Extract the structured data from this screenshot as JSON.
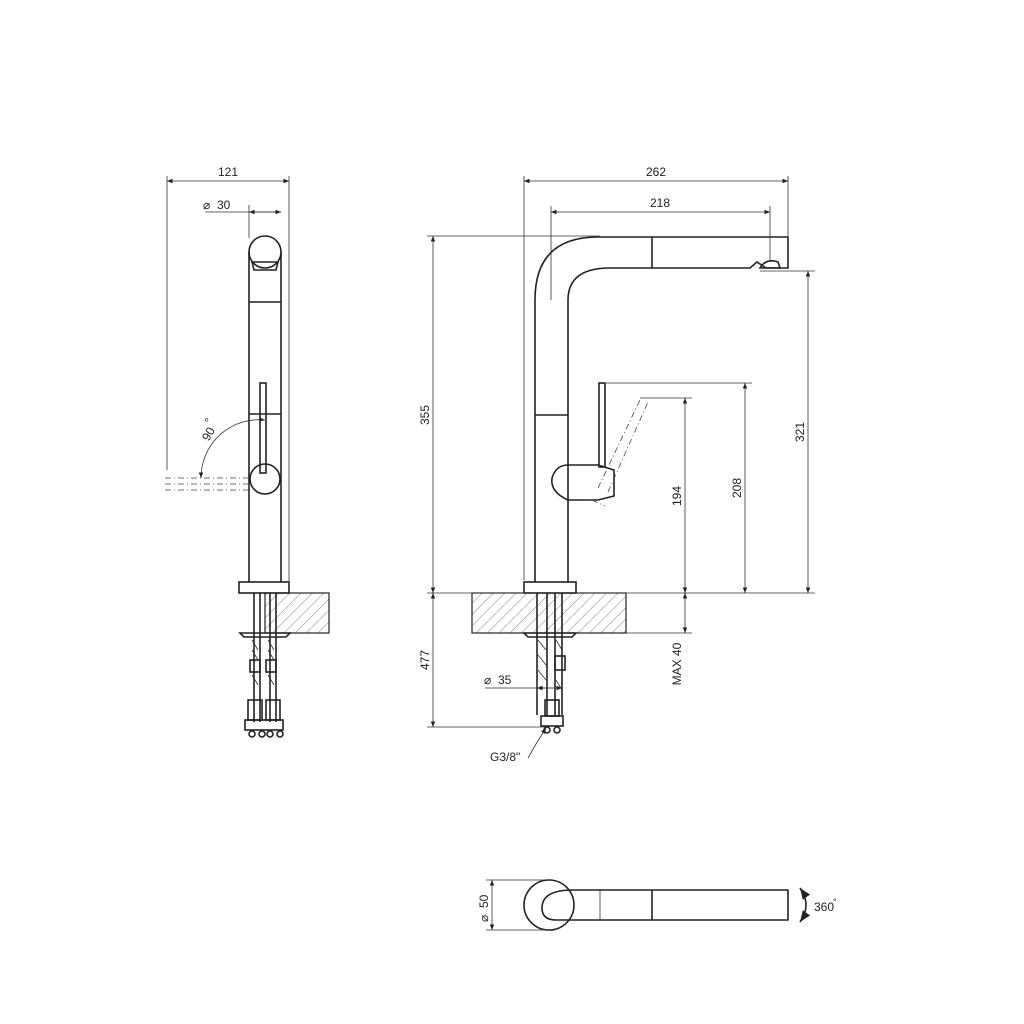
{
  "dimensions": {
    "side_width": "121",
    "side_diameter": "30",
    "side_angle": "90",
    "front_width": "262",
    "front_reach": "218",
    "front_height": "355",
    "front_spout_height": "321",
    "front_lever_height": "208",
    "front_body_height": "194",
    "front_below": "477",
    "front_max": "MAX 40",
    "front_diameter": "35",
    "front_thread": "G3/8\"",
    "top_diameter": "50",
    "top_rotation": "360"
  },
  "symbols": {
    "diameter": "⌀",
    "degree": "°"
  }
}
